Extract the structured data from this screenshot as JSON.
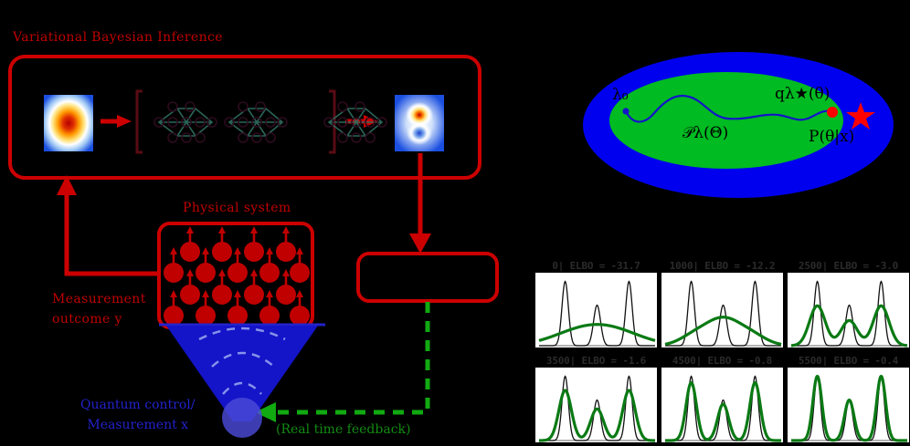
{
  "figure": {
    "background_color": "#000000",
    "accent_red": "#cc0000",
    "accent_blue": "#2222cc",
    "accent_green": "#128a12",
    "ellipse_outer_color": "#0000ee",
    "ellipse_inner_color": "#00bb22"
  },
  "left_diagram": {
    "vbi_title": "Variational Bayesian Inference",
    "physical_system_title": "Physical system",
    "measurement_label_line1": "Measurement",
    "measurement_label_line2": "outcome y",
    "quantum_control_line1": "Quantum control/",
    "quantum_control_line2": "Measurement x",
    "feedback_label": "(Real time feedback)",
    "prior_heatmap_name": "prior-distribution-heatmap",
    "posterior_heatmap_name": "posterior-distribution-heatmap",
    "network_count": 3,
    "inference_box_text": ""
  },
  "manifold_diagram": {
    "lambda_start_label": "λ₀",
    "variational_family_label": "𝒫λ(Θ)",
    "optimum_label": "qλ★(θ)",
    "posterior_label": "P(θ|x)"
  },
  "chart_data": {
    "type": "line",
    "title": "",
    "grid": false,
    "legend": null,
    "xlabel": "",
    "ylabel": "",
    "series_names": [
      "target density (black)",
      "variational approximation q (green)"
    ],
    "panels": [
      {
        "step": "0",
        "elbo": "-31.7",
        "title": "0| ELBO = -31.7",
        "q_width": 2.2,
        "q_scale": 0.3
      },
      {
        "step": "1000",
        "elbo": "-12.2",
        "title": "1000| ELBO = -12.2",
        "q_width": 1.05,
        "q_scale": 0.42
      },
      {
        "step": "2500",
        "elbo": "-3.0",
        "title": "2500| ELBO = -3.0",
        "q_width": 0.5,
        "q_scale": 0.62
      },
      {
        "step": "3500",
        "elbo": "-1.6",
        "title": "3500| ELBO = -1.6",
        "q_width": 0.33,
        "q_scale": 0.78
      },
      {
        "step": "4500",
        "elbo": "-0.8",
        "title": "4500| ELBO = -0.8",
        "q_width": 0.22,
        "q_scale": 0.9
      },
      {
        "step": "5500",
        "elbo": "-0.4",
        "title": "5500| ELBO = -0.4",
        "q_width": 0.14,
        "q_scale": 1.0
      }
    ],
    "target": {
      "modes": [
        {
          "center": -0.55,
          "height": 1.0,
          "width": 0.055
        },
        {
          "center": 0.0,
          "height": 0.63,
          "width": 0.06
        },
        {
          "center": 0.55,
          "height": 1.0,
          "width": 0.055
        }
      ],
      "xlim": [
        -1,
        1
      ],
      "ylim": [
        0,
        1.05
      ]
    }
  }
}
